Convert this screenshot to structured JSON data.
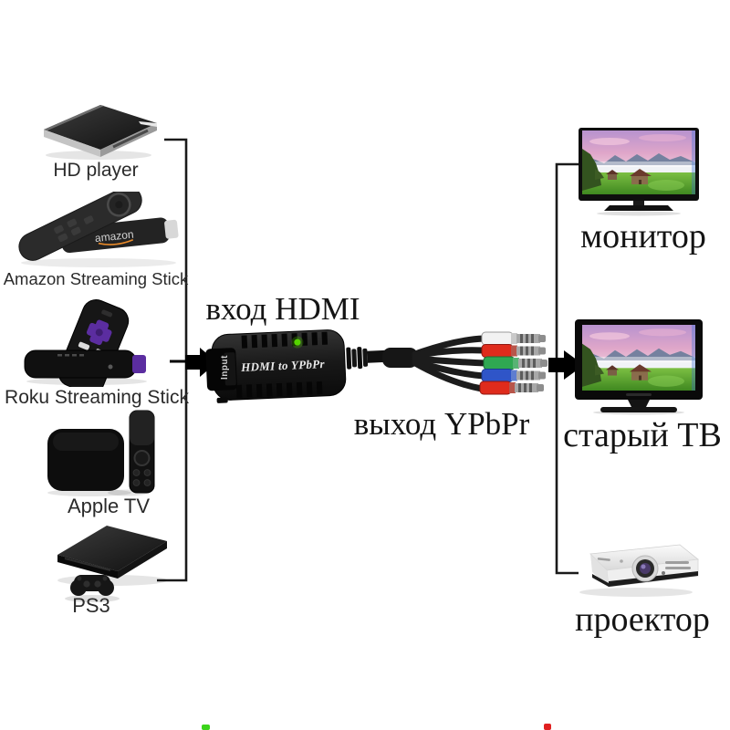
{
  "captions": {
    "input": "вход HDMI",
    "output": "выход YPbPr"
  },
  "converter": {
    "label": "HDMI to YPbPr",
    "port_label": "Input",
    "led_color": "#55d400"
  },
  "sources": [
    {
      "label": "HD player"
    },
    {
      "label": "Amazon Streaming Stick"
    },
    {
      "label": "Roku Streaming Stick"
    },
    {
      "label": "Apple TV"
    },
    {
      "label": "PS3"
    }
  ],
  "outputs": [
    {
      "label": "монитор"
    },
    {
      "label": "старый ТВ"
    },
    {
      "label": "проектор"
    }
  ],
  "device_text": {
    "amazon_stick_logo": "amazon"
  },
  "rca": {
    "colors": [
      "#f2f2f2",
      "#df2b1c",
      "#2fa852",
      "#2f55c8",
      "#df2b1c"
    ],
    "names": [
      "audio-left-white",
      "audio-right-red",
      "y-green",
      "pb-blue",
      "pr-red"
    ]
  },
  "palette": {
    "line": "#1a1a1a",
    "arrow": "#000000",
    "cable": "#1c1c1c",
    "fragment_green": "#3bd41a",
    "fragment_red": "#e02020"
  }
}
